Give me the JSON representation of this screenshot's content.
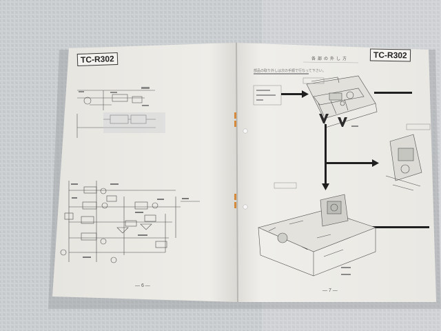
{
  "manual": {
    "left_page": {
      "model_label": "TC-R302",
      "page_number": "— 6 —"
    },
    "right_page": {
      "model_label": "TC-R302",
      "section_heading": "各部の外し方",
      "intro_text": "部品の取り外しは次の手順で行なって下さい。",
      "page_number": "— 7 —"
    }
  },
  "colors": {
    "cloth": "#c9cdd0",
    "paper": "#f1f0ec",
    "ink": "#2b2b2b"
  }
}
